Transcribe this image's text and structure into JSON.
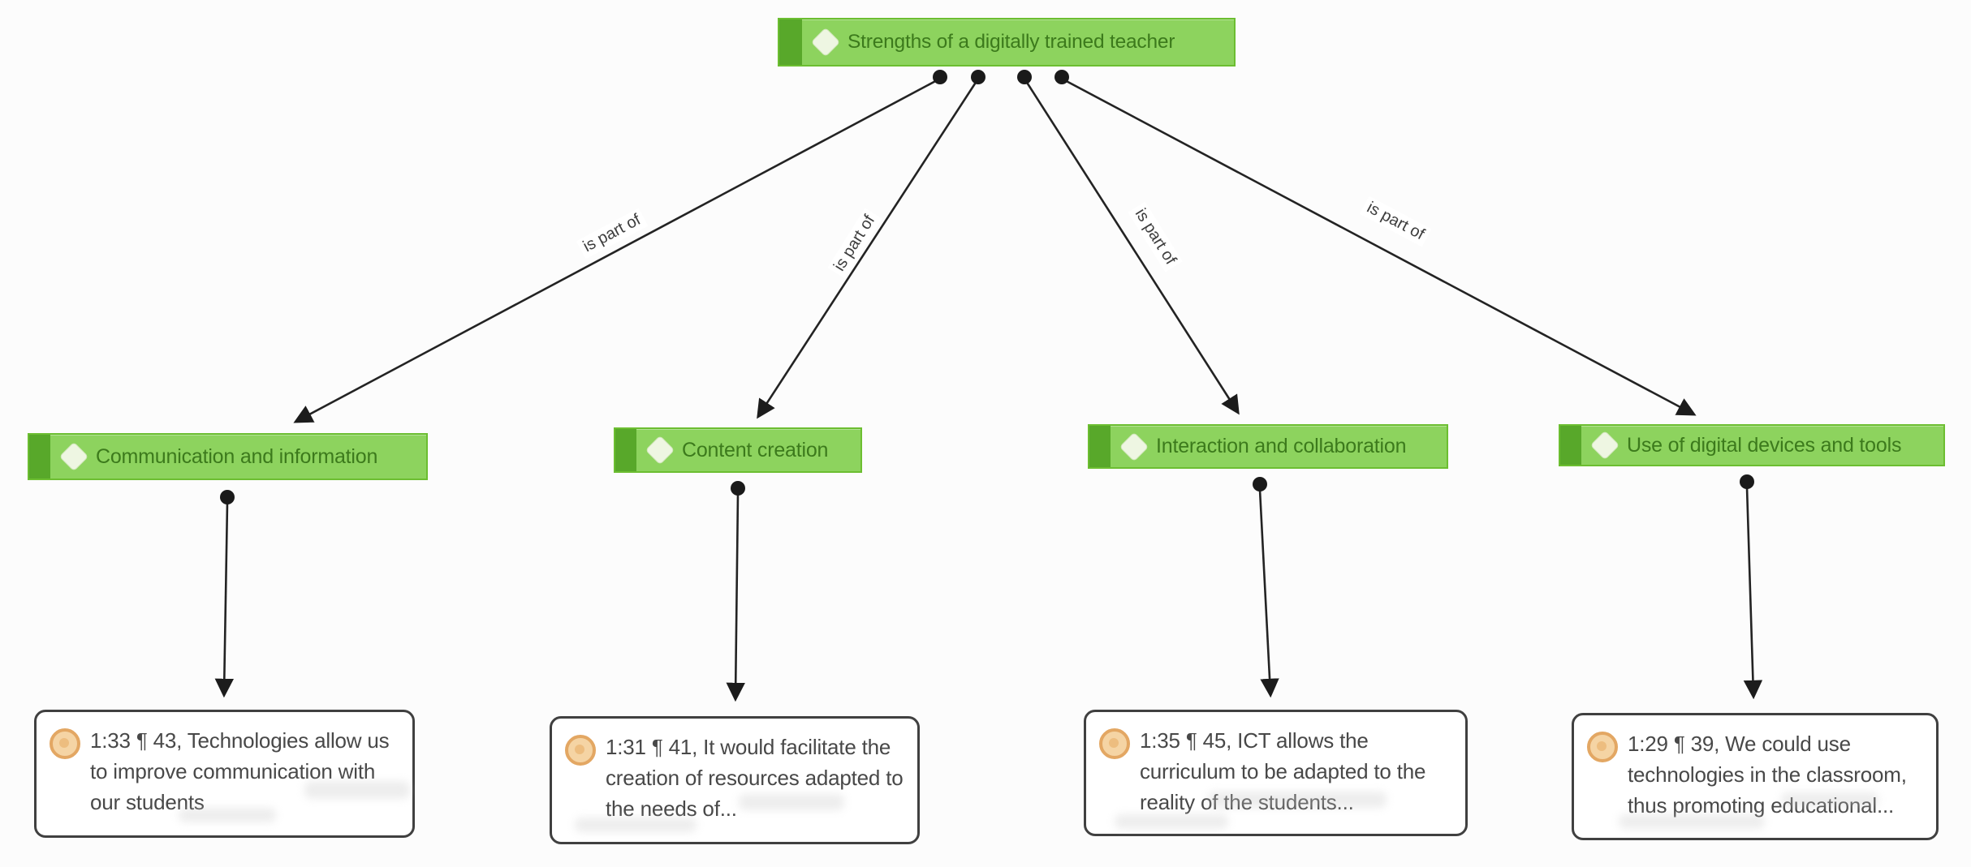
{
  "diagram": {
    "tool": "concept-network",
    "root_code": {
      "label": "Strengths of a digitally trained teacher"
    },
    "codes": [
      {
        "label": "Communication and information"
      },
      {
        "label": "Content creation"
      },
      {
        "label": "Interaction and collaboration"
      },
      {
        "label": "Use of digital devices and tools"
      }
    ],
    "quotations": [
      {
        "label": "1:33 ¶ 43, Technologies allow us to improve communication with our students"
      },
      {
        "label": "1:31 ¶ 41, It would facilitate the creation of resources adapted to the needs of..."
      },
      {
        "label": "1:35 ¶ 45, ICT allows the curriculum to be adapted to the reality of the students..."
      },
      {
        "label": "1:29 ¶ 39, We could use technologies in the classroom, thus promoting educational..."
      }
    ],
    "edges": [
      {
        "label": "is part of"
      },
      {
        "label": "is part of"
      },
      {
        "label": "is part of"
      },
      {
        "label": "is part of"
      }
    ],
    "colors": {
      "code_fill": "#8dd35e",
      "code_stripe": "#58a82a",
      "code_border": "#6cbe31",
      "code_text": "#3c7a1c",
      "edge_line": "#222222",
      "edge_label_text": "#3d3d3d",
      "quote_border": "#404040",
      "quote_text": "#484848",
      "quote_icon_orange": "#e3a763"
    }
  }
}
